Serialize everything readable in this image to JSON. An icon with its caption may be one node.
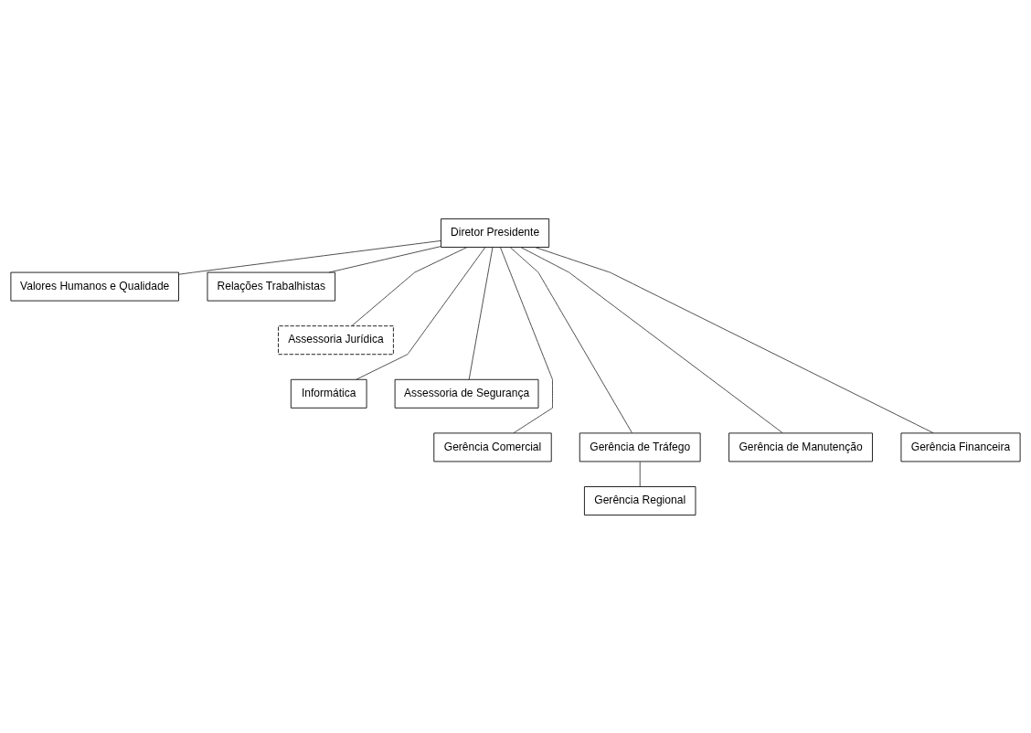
{
  "diagram": {
    "nodes": [
      {
        "text": [
          "Diretor Presidente"
        ]
      },
      {
        "text": [
          "Valores Humanos e Qualidade"
        ]
      },
      {
        "text": [
          "Relações Trabalhistas"
        ]
      },
      {
        "text": [
          "Assessoria Jurídica"
        ]
      },
      {
        "text": [
          "Informática"
        ]
      },
      {
        "text": [
          "Assessoria de Segurança"
        ]
      },
      {
        "text": [
          "Gerência Comercial"
        ]
      },
      {
        "text": [
          "Gerência de Tráfego"
        ]
      },
      {
        "text": [
          "Gerência de Manutenção"
        ]
      },
      {
        "text": [
          "Gerência Financeira"
        ]
      },
      {
        "text": [
          "Gerência Regional"
        ]
      }
    ],
    "edges": [
      {
        "from": 0,
        "to": 1,
        "arrow": "none"
      },
      {
        "from": 0,
        "to": 2,
        "arrow": "none"
      },
      {
        "from": 0,
        "to": 3,
        "arrow": "none"
      },
      {
        "from": 0,
        "to": 4,
        "arrow": "none"
      },
      {
        "from": 0,
        "to": 5,
        "arrow": "none"
      },
      {
        "from": 0,
        "to": 6,
        "arrow": "none"
      },
      {
        "from": 0,
        "to": 7,
        "arrow": "none"
      },
      {
        "from": 0,
        "to": 8,
        "arrow": "none"
      },
      {
        "from": 0,
        "to": 9,
        "arrow": "none"
      },
      {
        "from": 7,
        "to": 10,
        "arrow": "none"
      }
    ]
  }
}
